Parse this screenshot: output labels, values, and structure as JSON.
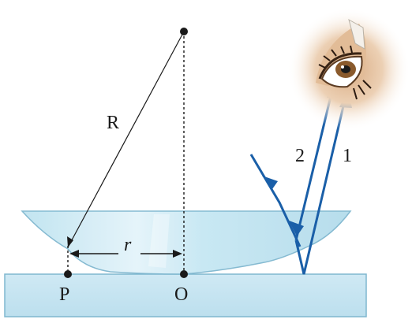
{
  "labels": {
    "radius": "R",
    "distance": "r",
    "point_p": "P",
    "point_o": "O",
    "ray_2": "2",
    "ray_1": "1"
  },
  "colors": {
    "glass_light": "#d6eef6",
    "glass_mid": "#b7dfee",
    "glass_edge": "#7fb7cf",
    "plate": "#c4e4f1",
    "ray": "#1a5fa8",
    "ink": "#1a1a1a",
    "eye_skin": "#e8c9a8"
  },
  "icons": {
    "observer": "eye-icon"
  }
}
